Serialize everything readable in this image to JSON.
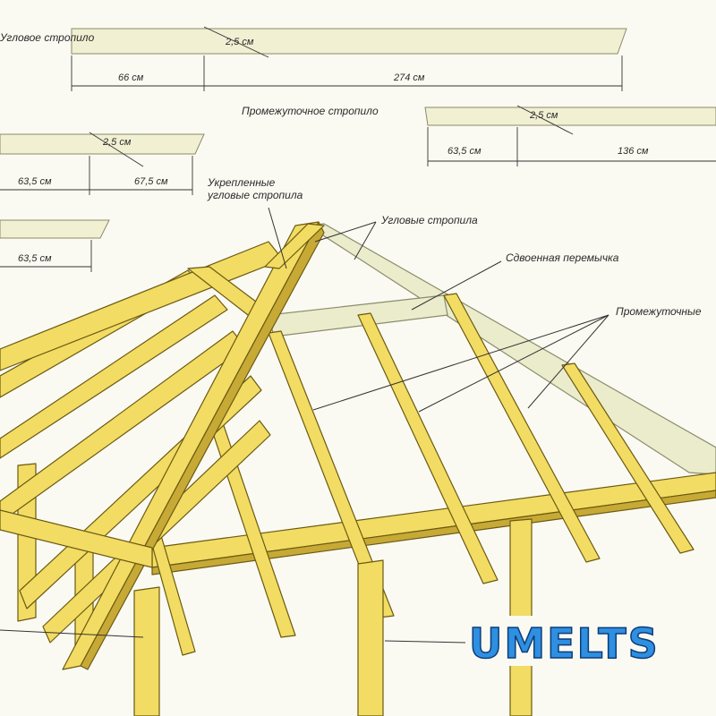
{
  "diagram": {
    "top_rafter": {
      "label": "Угловое стропило",
      "dims": [
        "2,5 см",
        "66 см",
        "274 см"
      ]
    },
    "mid_rafter": {
      "label": "Промежуточное стропило",
      "dims": [
        "2,5 см",
        "63,5 см",
        "136 см"
      ]
    },
    "left_rafter_a": {
      "dims": [
        "2,5 см",
        "63,5 см",
        "67,5 см"
      ]
    },
    "left_rafter_b": {
      "dims": [
        "63,5 см"
      ]
    },
    "labels": {
      "reinforced": [
        "Укрепленные",
        "угловые стропила"
      ],
      "corner": "Угловые стропила",
      "crossbar": "Сдвоенная перемычка",
      "intermediate": "Промежуточные"
    },
    "logo": "UMELTS"
  },
  "colors": {
    "wood": "#f2dc63",
    "wood_shadow": "#c7a936",
    "wood_pale": "#eaeccc",
    "logo": "#2f8fe0"
  }
}
